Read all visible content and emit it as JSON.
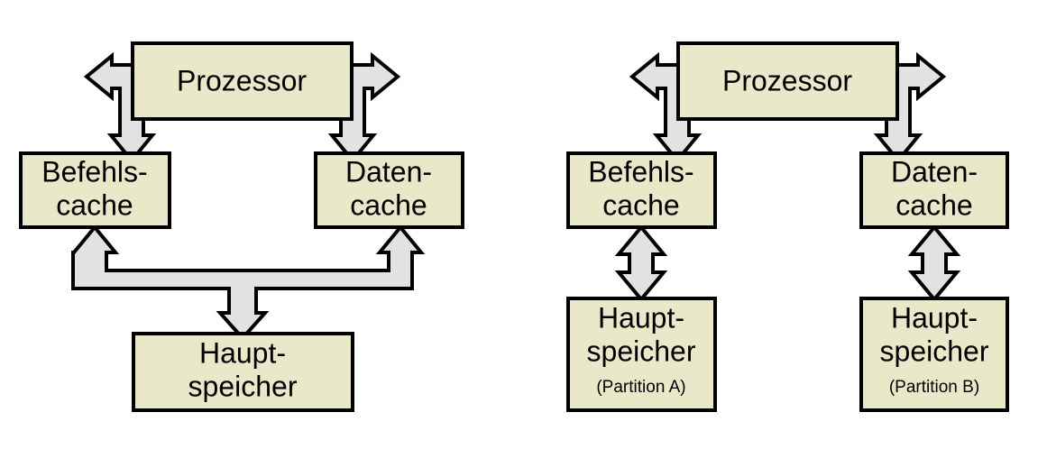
{
  "figure": {
    "title": "",
    "background_color": "#ffffff",
    "box_fill_color": "#e9e9c9",
    "box_stroke_color": "#000000",
    "arrow_fill_color": "#e2e2e2",
    "arrow_stroke_color": "#000000"
  },
  "diagrams": [
    {
      "id": "shared-memory",
      "nodes": {
        "processor": {
          "label": "Prozessor"
        },
        "instruction_cache": {
          "line1": "Befehls-",
          "line2": "cache"
        },
        "data_cache": {
          "line1": "Daten-",
          "line2": "cache"
        },
        "main_memory": {
          "line1": "Haupt-",
          "line2": "speicher",
          "line3": ""
        }
      },
      "connectors": [
        {
          "name": "processor-to-instruction-cache",
          "kind": "bent-double-arrow"
        },
        {
          "name": "processor-to-data-cache",
          "kind": "bent-double-arrow"
        },
        {
          "name": "caches-to-main-memory",
          "kind": "three-headed-bus-arrow"
        }
      ]
    },
    {
      "id": "partitioned-memory",
      "nodes": {
        "processor": {
          "label": "Prozessor"
        },
        "instruction_cache": {
          "line1": "Befehls-",
          "line2": "cache"
        },
        "data_cache": {
          "line1": "Daten-",
          "line2": "cache"
        },
        "main_memory_a": {
          "line1": "Haupt-",
          "line2": "speicher",
          "line3": "(Partition A)"
        },
        "main_memory_b": {
          "line1": "Haupt-",
          "line2": "speicher",
          "line3": "(Partition B)"
        }
      },
      "connectors": [
        {
          "name": "processor-to-instruction-cache",
          "kind": "bent-double-arrow"
        },
        {
          "name": "processor-to-data-cache",
          "kind": "bent-double-arrow"
        },
        {
          "name": "instruction-cache-to-memory-a",
          "kind": "vertical-double-arrow"
        },
        {
          "name": "data-cache-to-memory-b",
          "kind": "vertical-double-arrow"
        }
      ]
    }
  ]
}
